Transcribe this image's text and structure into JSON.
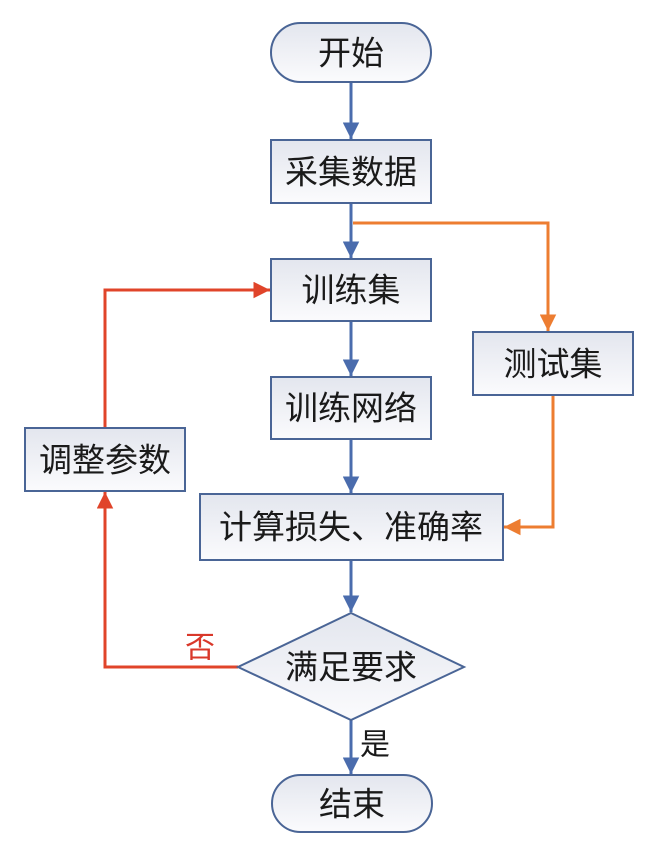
{
  "diagram": {
    "type": "flowchart",
    "colors": {
      "node_border": "#4a6596",
      "node_fill_top": "#e4e7ef",
      "node_fill_bottom": "#fbfbfd",
      "flow_main": "#4a6cad",
      "flow_test": "#ed7d31",
      "flow_feedback": "#e0442a",
      "label_no": "#d9382a",
      "label_yes": "#1a1a1a"
    },
    "nodes": {
      "start": {
        "label": "开始",
        "shape": "terminal"
      },
      "collect": {
        "label": "采集数据",
        "shape": "process"
      },
      "train_set": {
        "label": "训练集",
        "shape": "process"
      },
      "test_set": {
        "label": "测试集",
        "shape": "process"
      },
      "train_net": {
        "label": "训练网络",
        "shape": "process"
      },
      "adjust": {
        "label": "调整参数",
        "shape": "process"
      },
      "compute": {
        "label": "计算损失、准确率",
        "shape": "process"
      },
      "decision": {
        "label": "满足要求",
        "shape": "decision"
      },
      "end": {
        "label": "结束",
        "shape": "terminal"
      }
    },
    "edges": [
      {
        "from": "start",
        "to": "collect"
      },
      {
        "from": "collect",
        "to": "train_set"
      },
      {
        "from": "collect",
        "to": "test_set"
      },
      {
        "from": "train_set",
        "to": "train_net"
      },
      {
        "from": "train_net",
        "to": "compute"
      },
      {
        "from": "test_set",
        "to": "compute"
      },
      {
        "from": "compute",
        "to": "decision"
      },
      {
        "from": "decision",
        "to": "adjust",
        "label": "否"
      },
      {
        "from": "adjust",
        "to": "train_set"
      },
      {
        "from": "decision",
        "to": "end",
        "label": "是"
      }
    ],
    "edge_labels": {
      "no": "否",
      "yes": "是"
    }
  }
}
